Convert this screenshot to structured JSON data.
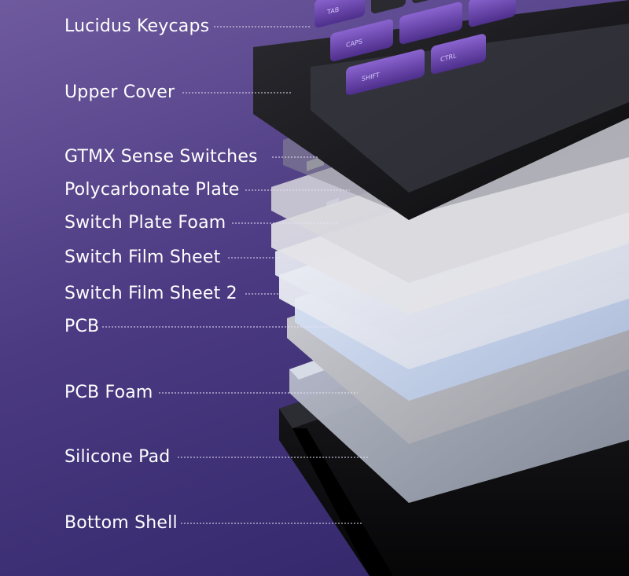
{
  "diagram": {
    "layers": [
      {
        "id": "keycaps",
        "label": "Lucidus Keycaps"
      },
      {
        "id": "upper-cover",
        "label": "Upper Cover"
      },
      {
        "id": "switches",
        "label": "GTMX Sense Switches"
      },
      {
        "id": "plate",
        "label": "Polycarbonate Plate"
      },
      {
        "id": "plate-foam",
        "label": "Switch Plate Foam"
      },
      {
        "id": "film-sheet",
        "label": "Switch Film Sheet"
      },
      {
        "id": "film-sheet-2",
        "label": "Switch Film Sheet 2"
      },
      {
        "id": "pcb",
        "label": "PCB"
      },
      {
        "id": "pcb-foam",
        "label": "PCB Foam"
      },
      {
        "id": "silicone-pad",
        "label": "Silicone Pad"
      },
      {
        "id": "bottom-shell",
        "label": "Bottom Shell"
      }
    ],
    "keycap_legends": [
      "TAB",
      "CAPS",
      "SHIFT",
      "CTRL"
    ],
    "colors": {
      "background_top": "#6f5a9e",
      "background_bottom": "#2f2466",
      "keycap_purple": "#6a45b0",
      "keycap_dark": "#2a2a30",
      "case_black": "#111114",
      "plate_gray": "#bfbfc4",
      "film_white": "#eef0f5",
      "pcb_blue": "#dbe6f7",
      "leader_line": "#e8e4f5"
    }
  }
}
